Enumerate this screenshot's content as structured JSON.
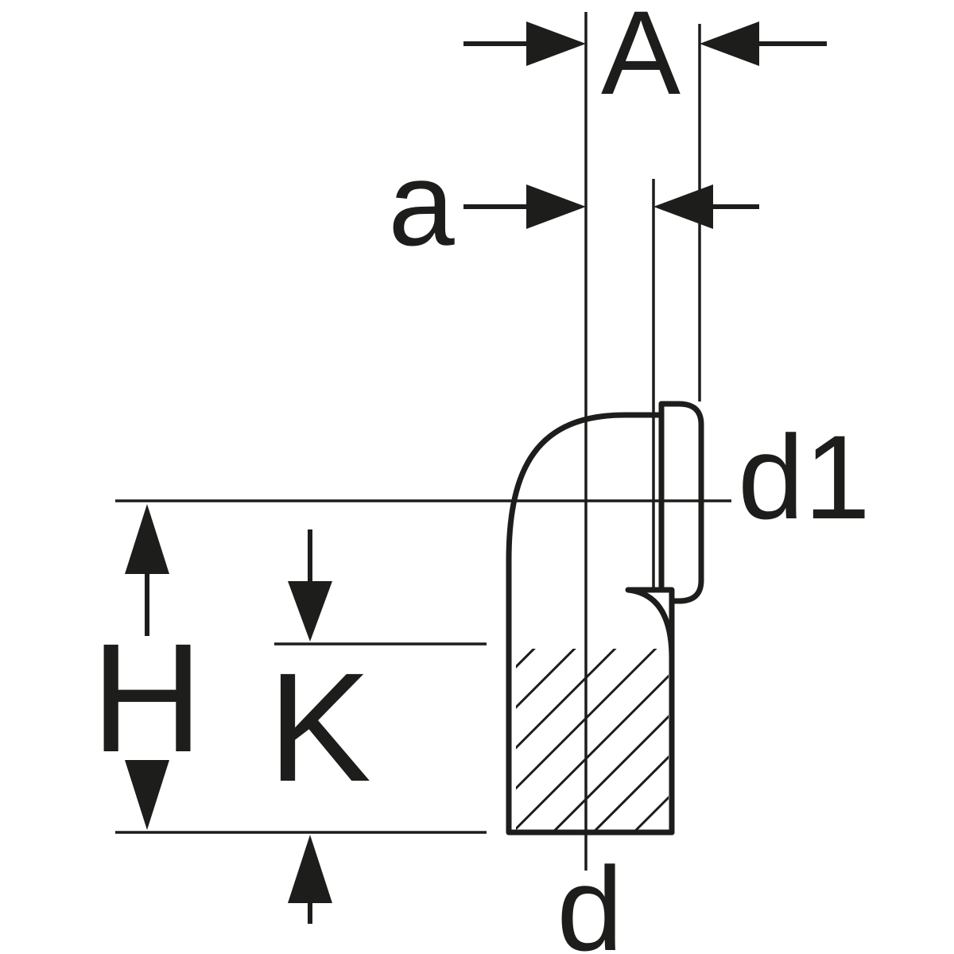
{
  "diagram": {
    "labels": {
      "A": "A",
      "a": "a",
      "d1": "d1",
      "H": "H",
      "K": "K",
      "d": "d"
    },
    "colors": {
      "line": "#1d1d1b",
      "background": "#ffffff"
    }
  }
}
